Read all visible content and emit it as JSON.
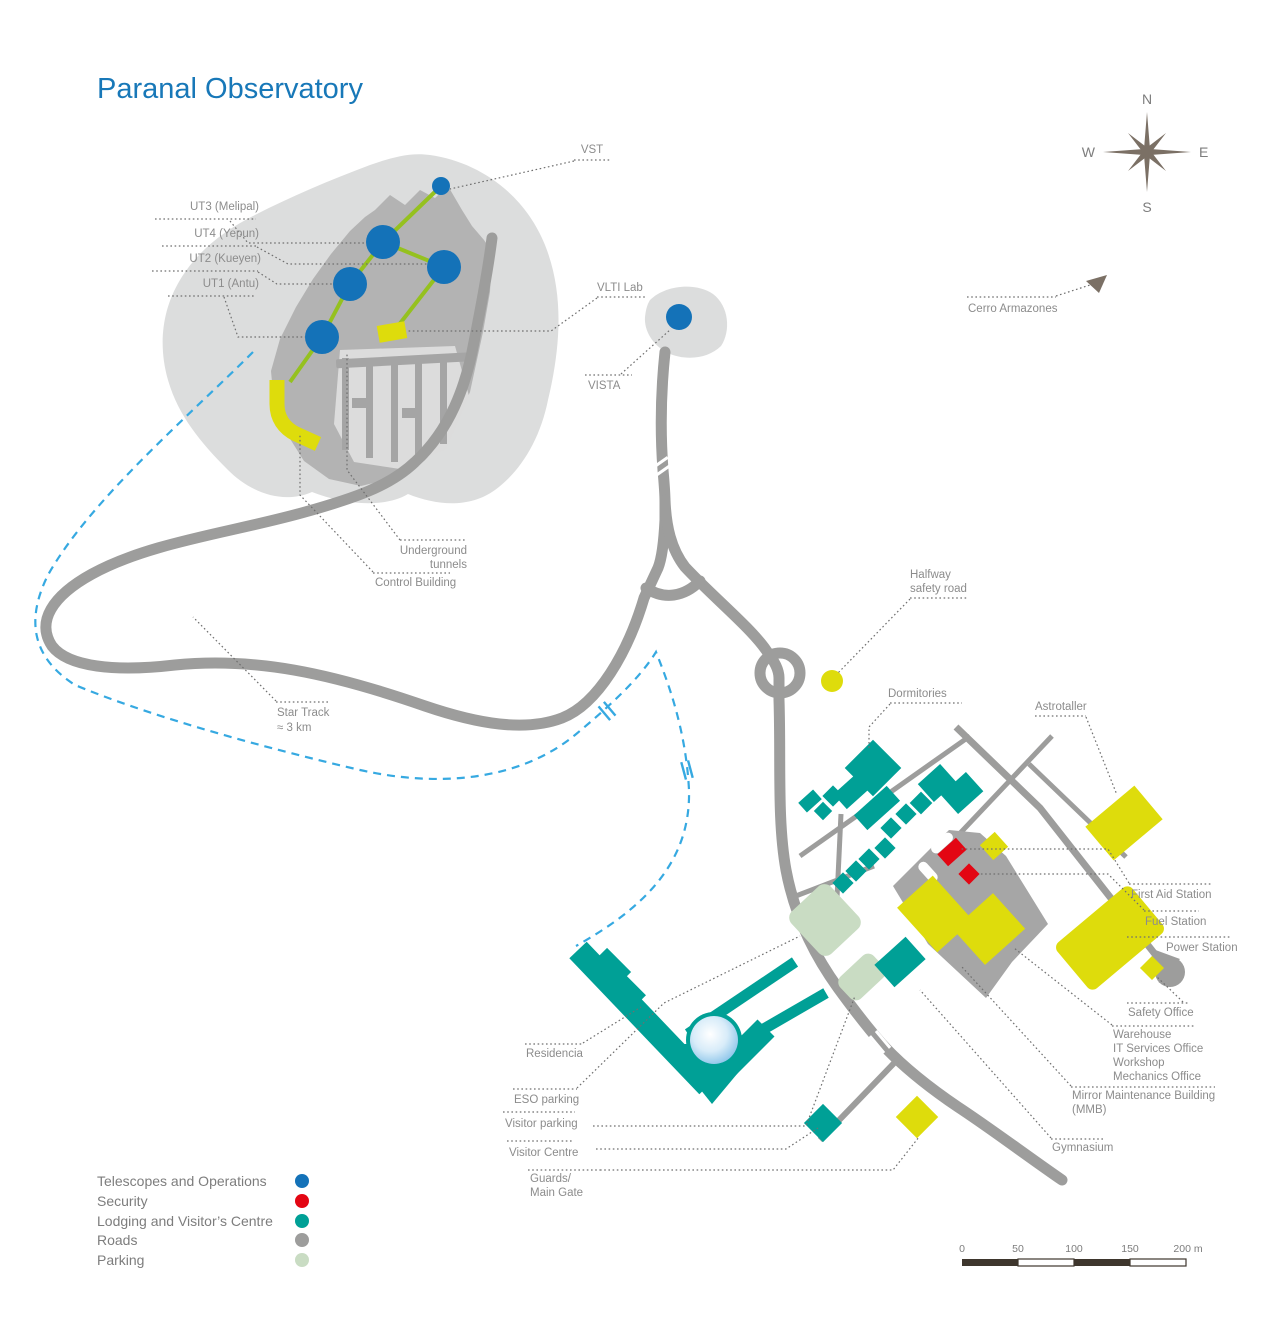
{
  "title": "Paranal Observatory",
  "compass": {
    "north": "N",
    "east": "E",
    "south": "S",
    "west": "W"
  },
  "map_labels": {
    "vst": "VST",
    "ut3": "UT3 (Melipal)",
    "ut4": "UT4 (Yepun)",
    "ut2": "UT2 (Kueyen)",
    "ut1": "UT1 (Antu)",
    "vlti_lab": "VLTI Lab",
    "vista": "VISTA",
    "cerro_armazones": "Cerro Armazones",
    "underground_tunnels": [
      "Underground",
      "tunnels"
    ],
    "control_building": "Control Building",
    "star_track": [
      "Star Track",
      "≈ 3 km"
    ],
    "halfway_safety_road": [
      "Halfway",
      "safety road"
    ],
    "dormitories": "Dormitories",
    "astrotaller": "Astrotaller",
    "first_aid_station": "First Aid Station",
    "fuel_station": "Fuel Station",
    "power_station": "Power Station",
    "safety_office": "Safety Office",
    "warehouse_block": [
      "Warehouse",
      "IT Services Office",
      "Workshop",
      "Mechanics Office"
    ],
    "mmb": [
      "Mirror Maintenance Building",
      "(MMB)"
    ],
    "gymnasium": "Gymnasium",
    "residencia": "Residencia",
    "eso_parking": "ESO parking",
    "visitor_parking": "Visitor parking",
    "visitor_centre": "Visitor Centre",
    "guards_main_gate": [
      "Guards/",
      "Main Gate"
    ]
  },
  "legend": {
    "items": [
      {
        "label": "Telescopes and Operations",
        "color": "#1472b8"
      },
      {
        "label": "Security",
        "color": "#e30613"
      },
      {
        "label": "Lodging and Visitor’s Centre",
        "color": "#00a096"
      },
      {
        "label": "Roads",
        "color": "#9d9d9c"
      },
      {
        "label": "Parking",
        "color": "#c9dcc3"
      }
    ]
  },
  "scale_bar": {
    "ticks": [
      "0",
      "50",
      "100",
      "150",
      "200 m"
    ]
  },
  "colors": {
    "title_blue": "#1878b8",
    "telescope_blue": "#1472b8",
    "security_red": "#e30613",
    "lodging_teal": "#00a096",
    "road_gray": "#9d9d9c",
    "parking_green": "#c9dcc3",
    "building_yellow": "#dedc0c",
    "tunnel_green": "#95c11f",
    "track_blue": "#36a9e1",
    "terrain_light": "#dcdddd",
    "platform_gray": "#b3b3b3",
    "compass_brown": "#7b7065"
  }
}
